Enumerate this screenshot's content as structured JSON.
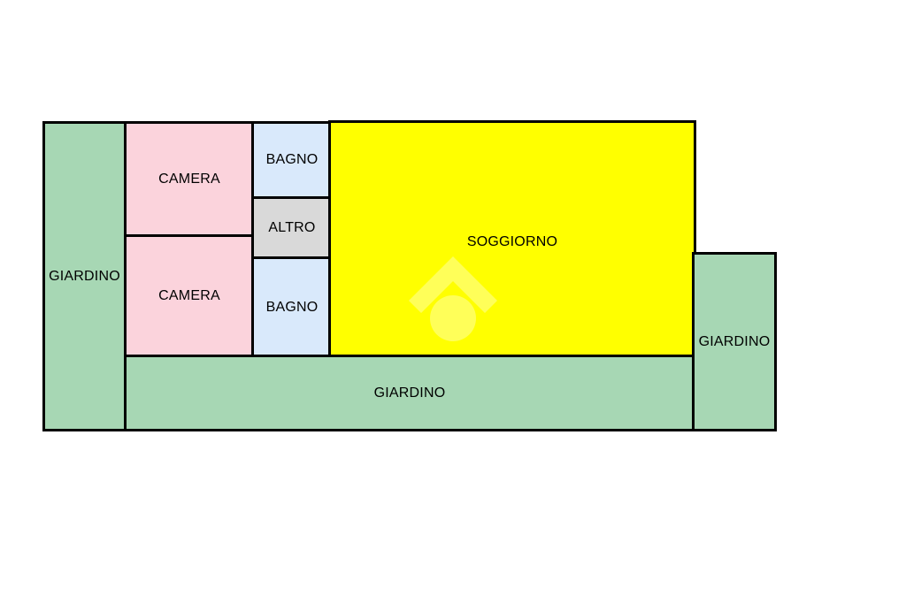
{
  "floorplan": {
    "rooms": {
      "giardino_left": "GIARDINO",
      "camera_top": "CAMERA",
      "camera_bottom": "CAMERA",
      "bagno_top": "BAGNO",
      "altro": "ALTRO",
      "bagno_bottom": "BAGNO",
      "soggiorno": "SOGGIORNO",
      "giardino_bottom": "GIARDINO",
      "giardino_right": "GIARDINO"
    },
    "colors": {
      "garden": "#a7d7b4",
      "bedroom": "#fbd3dc",
      "bathroom": "#d9e9fb",
      "other": "#d9d9d9",
      "living": "#ffff00",
      "walls": "#000000"
    },
    "watermark_icon": "house-logo-icon"
  }
}
